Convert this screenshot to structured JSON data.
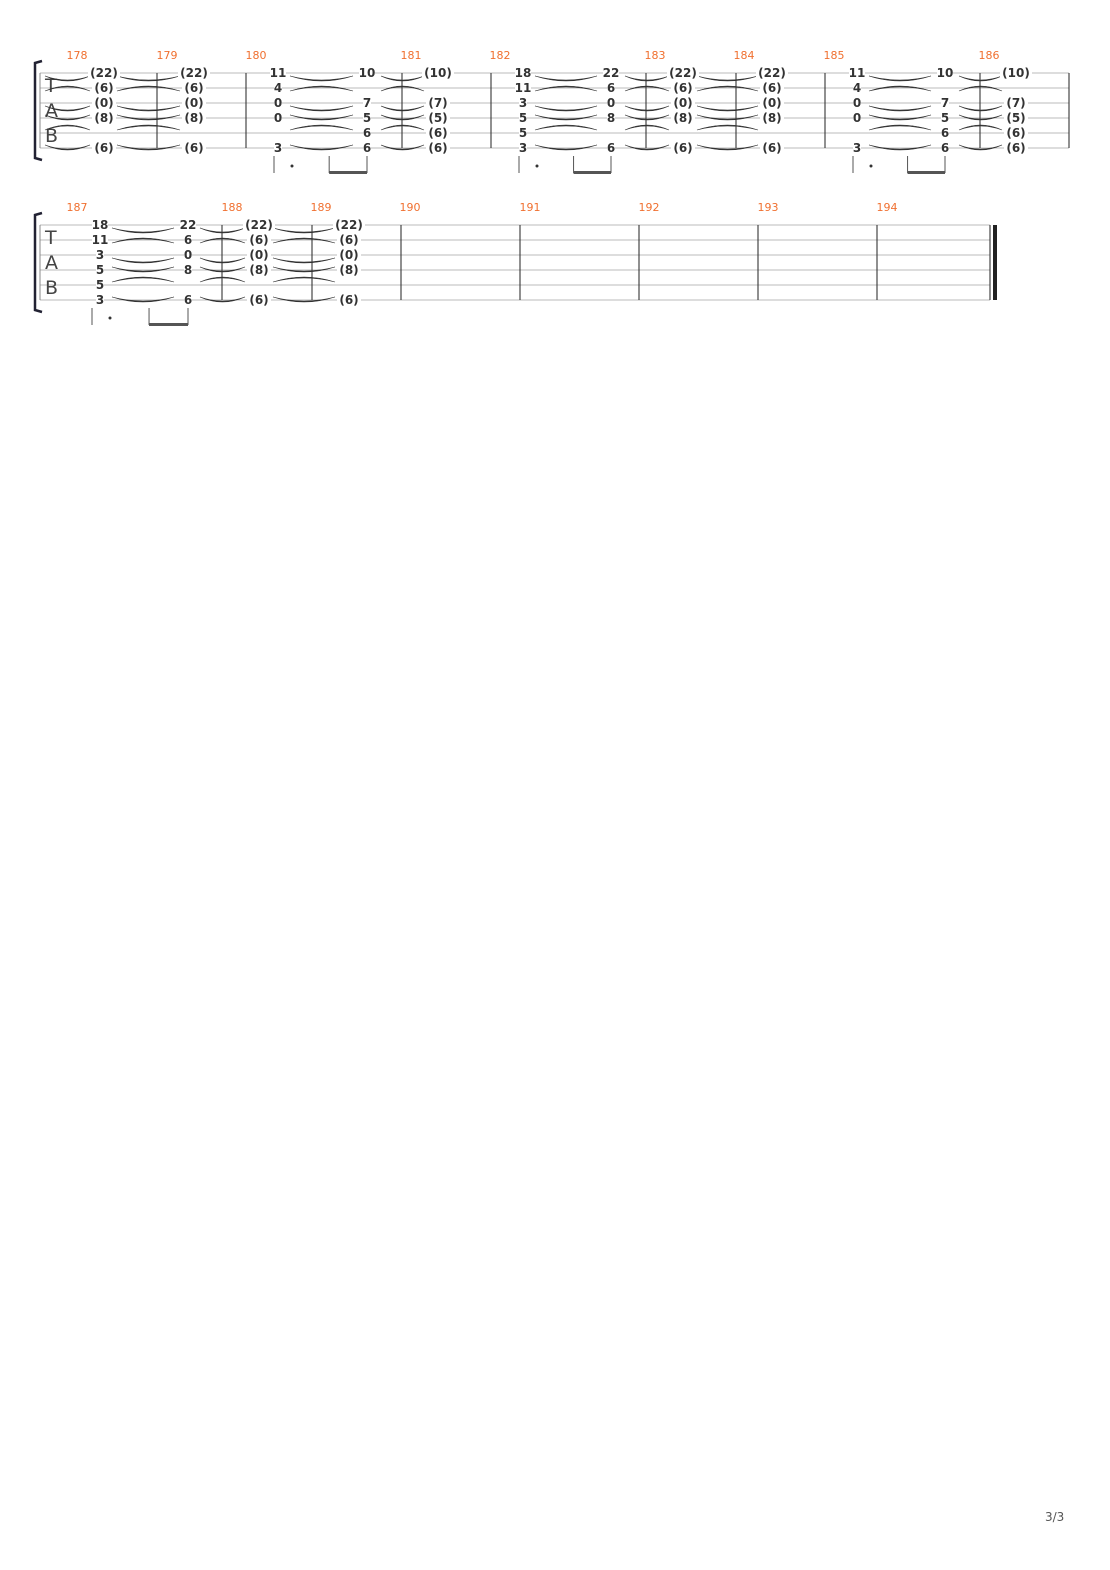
{
  "clef_letters": [
    "T",
    "A",
    "B"
  ],
  "page_number": "3/3",
  "systems": [
    {
      "measures": [
        "178",
        "179",
        "180",
        "181",
        "182",
        "183",
        "184",
        "185",
        "186"
      ],
      "columns": [
        [
          "(22)",
          "(6)",
          "(0)",
          "(8)",
          "",
          "(6)"
        ],
        [
          "(22)",
          "(6)",
          "(0)",
          "(8)",
          "",
          "(6)"
        ],
        [
          "11",
          "4",
          "0",
          "0",
          "",
          "3"
        ],
        [
          "10",
          "",
          "7",
          "5",
          "6",
          "6"
        ],
        [
          "(10)",
          "",
          "(7)",
          "(5)",
          "(6)",
          "(6)"
        ],
        [
          "18",
          "11",
          "3",
          "5",
          "5",
          "3"
        ],
        [
          "22",
          "6",
          "0",
          "8",
          "",
          "6"
        ],
        [
          "(22)",
          "(6)",
          "(0)",
          "(8)",
          "",
          "(6)"
        ],
        [
          "(22)",
          "(6)",
          "(0)",
          "(8)",
          "",
          "(6)"
        ],
        [
          "11",
          "4",
          "0",
          "0",
          "",
          "3"
        ],
        [
          "10",
          "",
          "7",
          "5",
          "6",
          "6"
        ],
        [
          "(10)",
          "",
          "(7)",
          "(5)",
          "(6)",
          "(6)"
        ]
      ]
    },
    {
      "measures": [
        "187",
        "188",
        "189",
        "190",
        "191",
        "192",
        "193",
        "194"
      ],
      "columns": [
        [
          "18",
          "11",
          "3",
          "5",
          "5",
          "3"
        ],
        [
          "22",
          "6",
          "0",
          "8",
          "",
          "6"
        ],
        [
          "(22)",
          "(6)",
          "(0)",
          "(8)",
          "",
          "(6)"
        ],
        [
          "(22)",
          "(6)",
          "(0)",
          "(8)",
          "",
          "(6)"
        ]
      ]
    }
  ]
}
